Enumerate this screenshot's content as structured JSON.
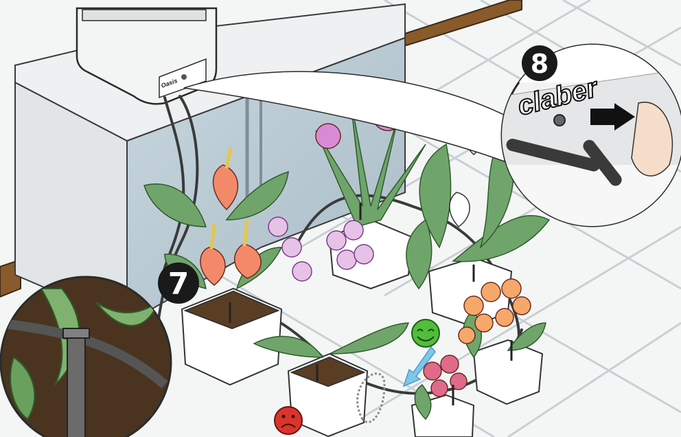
{
  "illustration": {
    "callouts": [
      {
        "number": "7"
      },
      {
        "number": "8"
      }
    ],
    "brand": {
      "logo_text": "claber"
    },
    "device": {
      "panel_logo": "Oasis"
    },
    "status_icons": [
      {
        "name": "happy-face-icon",
        "meaning": "ok"
      },
      {
        "name": "sad-face-icon",
        "meaning": "wrong"
      }
    ],
    "colors": {
      "floor_tile": "#f4f6f6",
      "tile_grid": "#c9cfd2",
      "baseboard": "#8a5a2b",
      "cabinet": "#e4e7e9",
      "glass": "#b9cad3",
      "hose": "#3a3a3a",
      "arrow": "#7fc6ea",
      "happy": "#4fbf3a",
      "sad": "#d9352b",
      "soil": "#4a3420",
      "leaf": "#6fa56a",
      "anthurium": "#f28a6a",
      "orchid": "#c98bc8",
      "bromeliad": "#d98ad6"
    }
  }
}
